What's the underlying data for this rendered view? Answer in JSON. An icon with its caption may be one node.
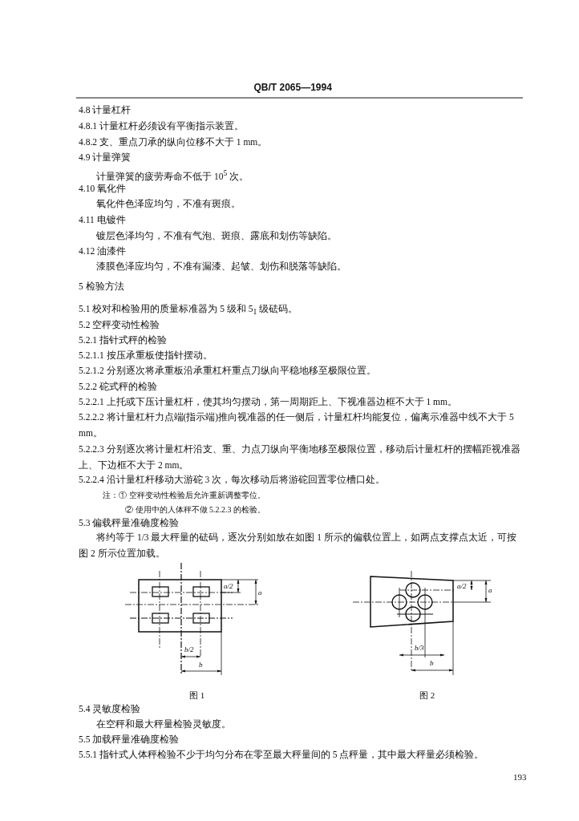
{
  "diagram": {
    "title": "QB/T 2065—1994",
    "labels": [
      "4.8 计量杠杆",
      "4.8.1 计量杠杆必须设有平衡指示装置。",
      "4.8.2 支、重点刀承的纵向位移不大于 1 mm。",
      "4.9 计量弹簧",
      "计量弹簧的疲劳寿命不低于 10$^{5}$ 次。",
      "4.10 氧化件",
      "氧化件色泽应均匀，不准有斑痕。",
      "4.11 电镀件",
      "镀层色泽均匀，不准有气泡、斑痕、露底和划伤等缺陷。",
      "4.12 油漆件",
      "漆膜色泽应均匀，不准有漏漆、起皱、划伤和脱落等缺陷。",
      "5 检验方法",
      "5.1 校对和检验用的质量标准器为 5 级和 5$_{1}$ 级砝码。",
      "5.2 空秤变动性检验",
      "5.2.1 指针式秤的检验",
      "5.2.1.1 按压承重板使指针摆动。",
      "5.2.1.2 分别逐次将承重板沿承重杠杆重点刀纵向平稳地移至极限位置。",
      "5.2.2 砣式秤的检验",
      "5.2.2.1 上托或下压计量杠杆，使其均匀摆动，第一周期距上、下视准器边框不大于 1 mm。",
      "5.2.2.2 将计量杠杆力点端(指示端)推向视准器的任一侧后，计量杠杆均能复位，偏离示准器中线不大于 5 mm。",
      "5.2.2.3 分别逐次将计量杠杆沿支、重、力点刀纵向平衡地移至极限位置，移动后计量杠杆的摆幅距视准器上、下边框不大于 2 mm。",
      "5.2.2.4 沿计量杠杆移动大游砣 3 次，每次移动后将游砣回置零位槽口处。",
      "注：① 空秤变动性检验后允许重新调整零位。",
      "② 使用中的人体秤不做 5.2.2.3 的检验。",
      "5.3 偏载秤量准确度检验",
      "将约等于 1/3 最大秤量的砝码，逐次分别如放在如图 1 所示的偏载位置上，如两点支撑点太近，可按图 2 所示位置加载。",
      "a/2",
      "a",
      "b/2",
      "b",
      "图 1",
      "a/2",
      "a",
      "b/3",
      "b",
      "图 2",
      "5.4 灵敏度检验",
      "在空秤和最大秤量检验灵敏度。",
      "5.5 加载秤量准确度检验",
      "5.5.1 指针式人体秤检验不少于均匀分布在零至最大秤量间的 5 点秤量，其中最大秤量必须检验。",
      "193"
    ]
  }
}
